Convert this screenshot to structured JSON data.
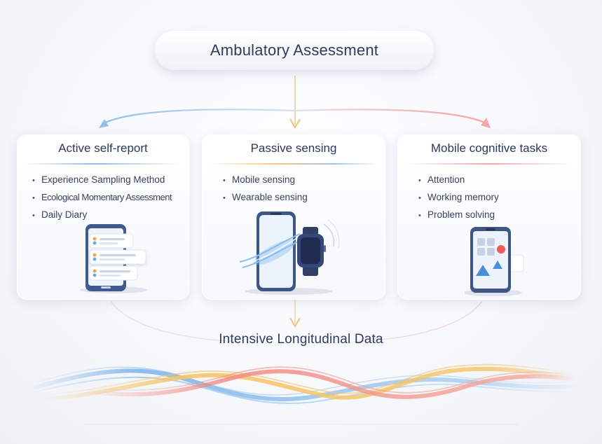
{
  "title": "Ambulatory Assessment",
  "cards": [
    {
      "title": "Active self-report",
      "accent": "#8fb8e8",
      "items": [
        "Experience Sampling Method",
        "Ecological Momentary Assessment",
        "Daily Diary"
      ],
      "illustration": "smartphone-survey-icon"
    },
    {
      "title": "Passive sensing",
      "accent": "#f5c77a",
      "items": [
        "Mobile sensing",
        "Wearable sensing"
      ],
      "illustration": "phone-and-smartwatch-icon"
    },
    {
      "title": "Mobile cognitive tasks",
      "accent": "#f2a7a7",
      "items": [
        "Attention",
        "Working memory",
        "Problem solving"
      ],
      "illustration": "phone-shapes-task-icon"
    }
  ],
  "output_label": "Intensive Longitudinal Data",
  "colors": {
    "blue": "#7fb6ea",
    "yellow": "#f5c56a",
    "red": "#f08a80",
    "navy": "#2f3c5e"
  }
}
